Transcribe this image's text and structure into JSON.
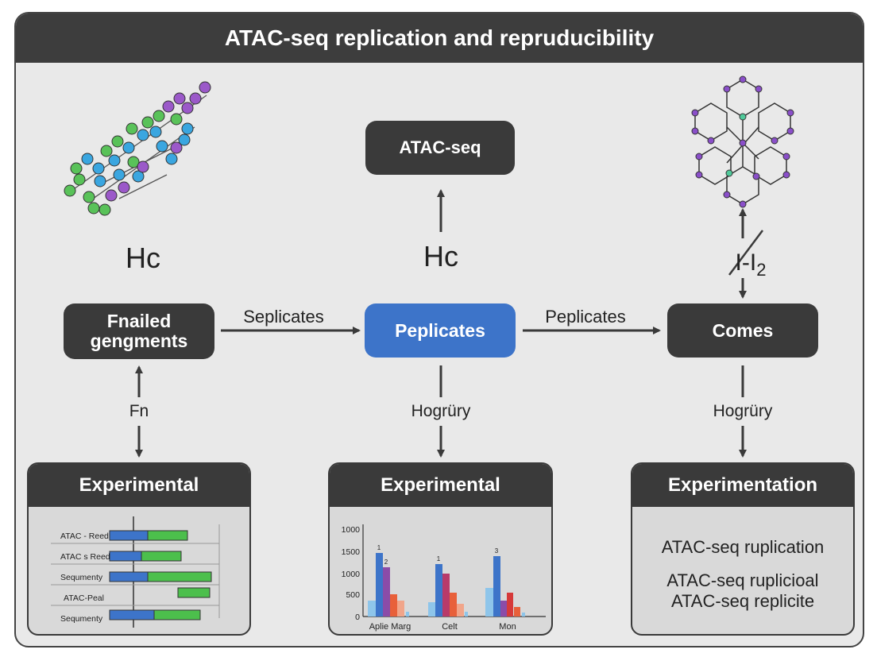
{
  "title": "ATAC-seq replication and repruducibility",
  "nodes": {
    "top": "ATAC-seq",
    "left_line1": "Fnailed",
    "left_line2": "gengments",
    "center": "Peplicates",
    "right": "Comes"
  },
  "labels": {
    "hc_left": "Hc",
    "hc_center": "Hc",
    "h2_right_main": "I-I",
    "h2_right_sub": "2",
    "edge_left_center": "Seplicates",
    "edge_center_right": "Peplicates",
    "edge_left_down": "Fn",
    "edge_center_down": "Hogrüry",
    "edge_right_down": "Hogrüry"
  },
  "cards": {
    "left": {
      "title": "Experimental",
      "rows": [
        "ATAC - Reed",
        "ATAC s Reed",
        "Sequmenty",
        "ATAC-Peal",
        "Sequmenty"
      ],
      "colors": {
        "blue": "#3d74c9",
        "green": "#4cbf4c"
      }
    },
    "center": {
      "title": "Experimental",
      "y_ticks": [
        "1000",
        "1500",
        "1000",
        "500",
        "0"
      ],
      "categories": [
        "Aplie Marg",
        "Celt",
        "Mon"
      ],
      "bar_labels": [
        "1",
        "2",
        "1",
        "3"
      ]
    },
    "right": {
      "title": "Experimentation",
      "line1": "ATAC-seq ruplication",
      "line2": "ATAC-seq ruplicioal",
      "line3": "ATAC-seq replicite"
    }
  }
}
